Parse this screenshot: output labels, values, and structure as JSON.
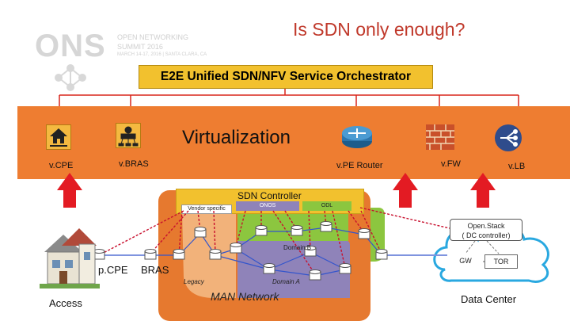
{
  "slide": {
    "title": "Is SDN only enough?"
  },
  "logo": {
    "name": "ONS",
    "line1": "OPEN NETWORKING",
    "line2": "SUMMIT 2016",
    "line3": "MARCH 14-17, 2016 | SANTA CLARA, CA"
  },
  "orchestrator": {
    "label": "E2E Unified SDN/NFV Service Orchestrator"
  },
  "virtualization": {
    "title": "Virtualization",
    "vnfs": [
      {
        "label": "v.CPE",
        "icon": "house-icon"
      },
      {
        "label": "v.BRAS",
        "icon": "network-icon"
      },
      {
        "label": "v.PE Router",
        "icon": "router-icon"
      },
      {
        "label": "v.FW",
        "icon": "firewall-icon"
      },
      {
        "label": "v.LB",
        "icon": "load-balancer-icon"
      }
    ]
  },
  "sdn": {
    "title": "SDN Controller",
    "vendor_specific": "Vendor specific",
    "onos": "ONOS",
    "odl": "ODL"
  },
  "domains": {
    "b": "Domain B",
    "a": "Domain A",
    "legacy": "Legacy"
  },
  "network": {
    "man": "MAN Network"
  },
  "access": {
    "pcpe": "p.CPE",
    "bras": "BRAS",
    "access": "Access"
  },
  "datacenter": {
    "openstack_line1": "Open.Stack",
    "openstack_line2": "( DC controller)",
    "gw": "GW",
    "tor": "TOR",
    "label": "Data Center"
  },
  "colors": {
    "orange": "#ee7d31",
    "yellow": "#f2c12e",
    "purple": "#8f83b9",
    "green": "#8cc63f",
    "red_arrow": "#e31b23",
    "title_red": "#c0392b",
    "cloud_blue": "#29a8e0"
  }
}
